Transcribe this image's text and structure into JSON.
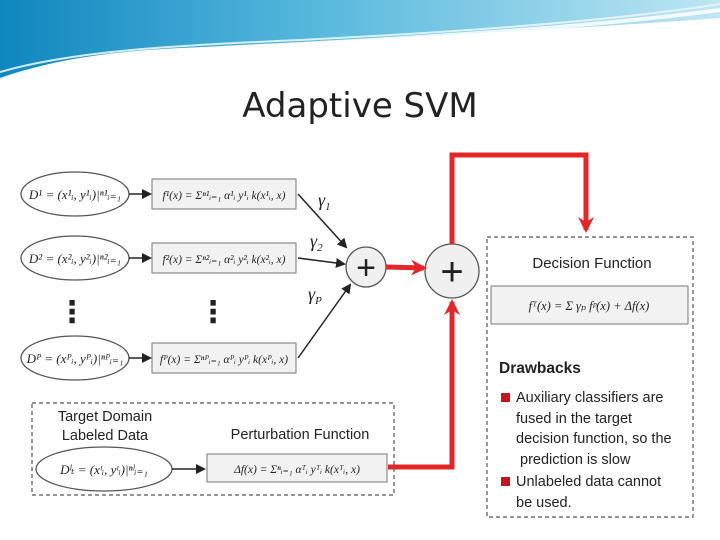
{
  "slide": {
    "title": "Adaptive SVM"
  },
  "diagram": {
    "sources": [
      {
        "domain": "D¹ = (x¹ᵢ, y¹ᵢ)|ⁿ¹ᵢ₌₁",
        "classifier": "f¹(x) = Σⁿ¹ᵢ₌₁ α¹ᵢ y¹ᵢ k(x¹ᵢ, x)",
        "weight": "γ₁"
      },
      {
        "domain": "D² = (x²ᵢ, y²ᵢ)|ⁿ²ᵢ₌₁",
        "classifier": "f²(x) = Σⁿ²ᵢ₌₁ α²ᵢ y²ᵢ k(x²ᵢ, x)",
        "weight": "γ₂"
      },
      {
        "domain": "Dᴾ = (xᴾᵢ, yᴾᵢ)|ⁿᴾᵢ₌₁",
        "classifier": "fᴾ(x) = Σⁿᴾᵢ₌₁ αᴾᵢ yᴾᵢ k(xᴾᵢ, x)",
        "weight": "γP"
      }
    ],
    "weight_symbol": "γ",
    "weight_subscripts": [
      "1",
      "2",
      "P"
    ],
    "ellipsis": "⋮",
    "plus_symbol": "+",
    "target_domain_label": [
      "Target Domain",
      "Labeled Data"
    ],
    "target_formula": "Dˡₜ = (xᵗᵢ, yᵗᵢ)|ⁿˡᵢ₌₁",
    "perturbation_label": "Perturbation Function",
    "perturbation_formula": "Δf(x) = Σⁿᵢ₌₁ αᵀᵢ yᵀᵢ k(xᵀᵢ, x)",
    "decision_title": "Decision Function",
    "decision_formula": "fᵀ(x) = Σ γₚ fᵖ(x) + Δf(x)",
    "drawbacks_title": "Drawbacks",
    "drawbacks": [
      [
        "Auxiliary classifiers are",
        "fused in the target",
        "decision function, so the",
        " prediction is slow"
      ],
      [
        "Unlabeled data cannot",
        "be used."
      ]
    ]
  },
  "colors": {
    "accent_red": "#e3262a",
    "bullet_red": "#c4161c",
    "header_teal": "#2d9fcd",
    "line": "#222222",
    "dashed_border": "#555555",
    "formula_box": "#f2f2f2"
  },
  "icons": {
    "plus": "plus-circle-icon",
    "arrow": "arrow-icon"
  }
}
